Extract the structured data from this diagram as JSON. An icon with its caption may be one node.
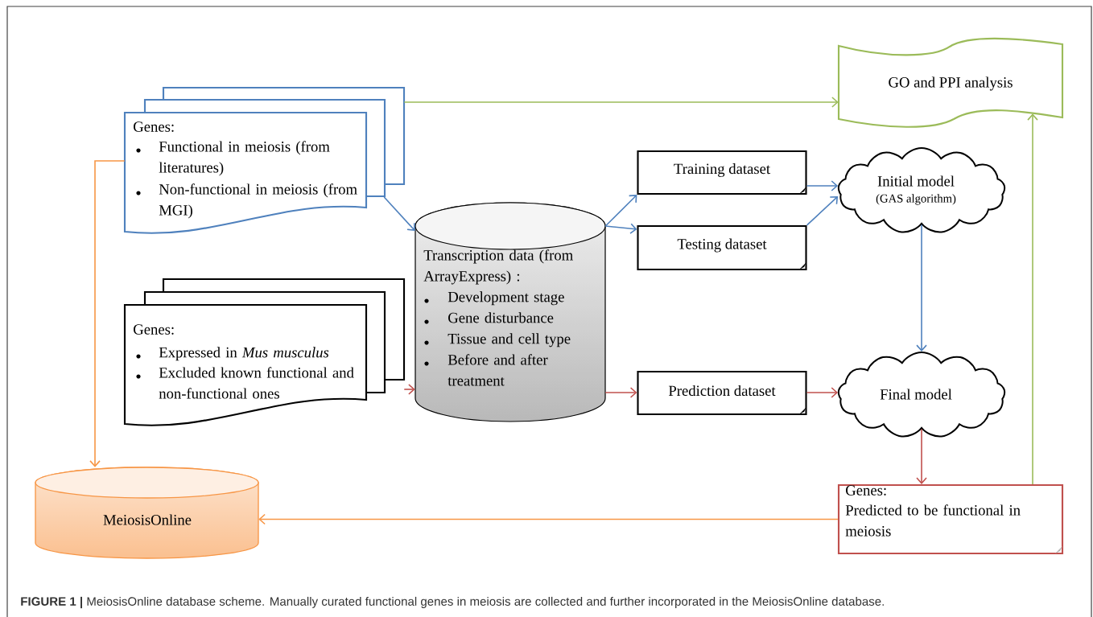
{
  "diagram": {
    "caption": "**FIGURE 1 |** MeiosisOnline database scheme. Manually curated functional genes in meiosis are collected and further incorporated in the MeiosisOnline database.",
    "nodes": [
      {
        "text": [
          "Genes:",
          "Functional in meiosis (from literatures)",
          "Non-functional in meiosis (from MGI)"
        ]
      },
      {
        "text": [
          "Genes:",
          "Expressed in *Mus musculus*",
          "Excluded known functional and non-functional ones"
        ]
      },
      {
        "text": [
          "Transcription data (from ArrayExpress) :",
          "Development stage",
          "Gene disturbance",
          "Tissue and cell type",
          "Before and after treatment"
        ]
      },
      {
        "text": [
          "Training dataset"
        ]
      },
      {
        "text": [
          "Testing dataset"
        ]
      },
      {
        "text": [
          "Prediction dataset"
        ]
      },
      {
        "text": [
          "Initial model",
          "(GAS algorithm)"
        ]
      },
      {
        "text": [
          "Final model"
        ]
      },
      {
        "text": [
          "GO and PPI analysis"
        ]
      },
      {
        "text": [
          "Genes:",
          "Predicted to be functional in meiosis"
        ]
      },
      {
        "text": [
          "MeiosisOnline"
        ]
      }
    ],
    "edges": [
      {
        "from": 0,
        "to": 8,
        "arrow": "to",
        "color": "#9bbb59"
      },
      {
        "from": 0,
        "to": 2,
        "arrow": "to",
        "color": "#4f81bd"
      },
      {
        "from": 0,
        "to": 10,
        "arrow": "to",
        "color": "#f79646"
      },
      {
        "from": 1,
        "to": 2,
        "arrow": "to",
        "color": "#c0504d"
      },
      {
        "from": 2,
        "to": 3,
        "arrow": "to",
        "color": "#4f81bd"
      },
      {
        "from": 2,
        "to": 4,
        "arrow": "to",
        "color": "#4f81bd"
      },
      {
        "from": 2,
        "to": 5,
        "arrow": "to",
        "color": "#c0504d"
      },
      {
        "from": 3,
        "to": 6,
        "arrow": "to",
        "color": "#4f81bd"
      },
      {
        "from": 4,
        "to": 6,
        "arrow": "to",
        "color": "#4f81bd"
      },
      {
        "from": 5,
        "to": 7,
        "arrow": "to",
        "color": "#c0504d"
      },
      {
        "from": 6,
        "to": 7,
        "arrow": "to",
        "color": "#4f81bd"
      },
      {
        "from": 7,
        "to": 9,
        "arrow": "to",
        "color": "#c0504d"
      },
      {
        "from": 9,
        "to": 8,
        "arrow": "to",
        "color": "#9bbb59"
      },
      {
        "from": 9,
        "to": 10,
        "arrow": "to",
        "color": "#f79646"
      }
    ]
  }
}
